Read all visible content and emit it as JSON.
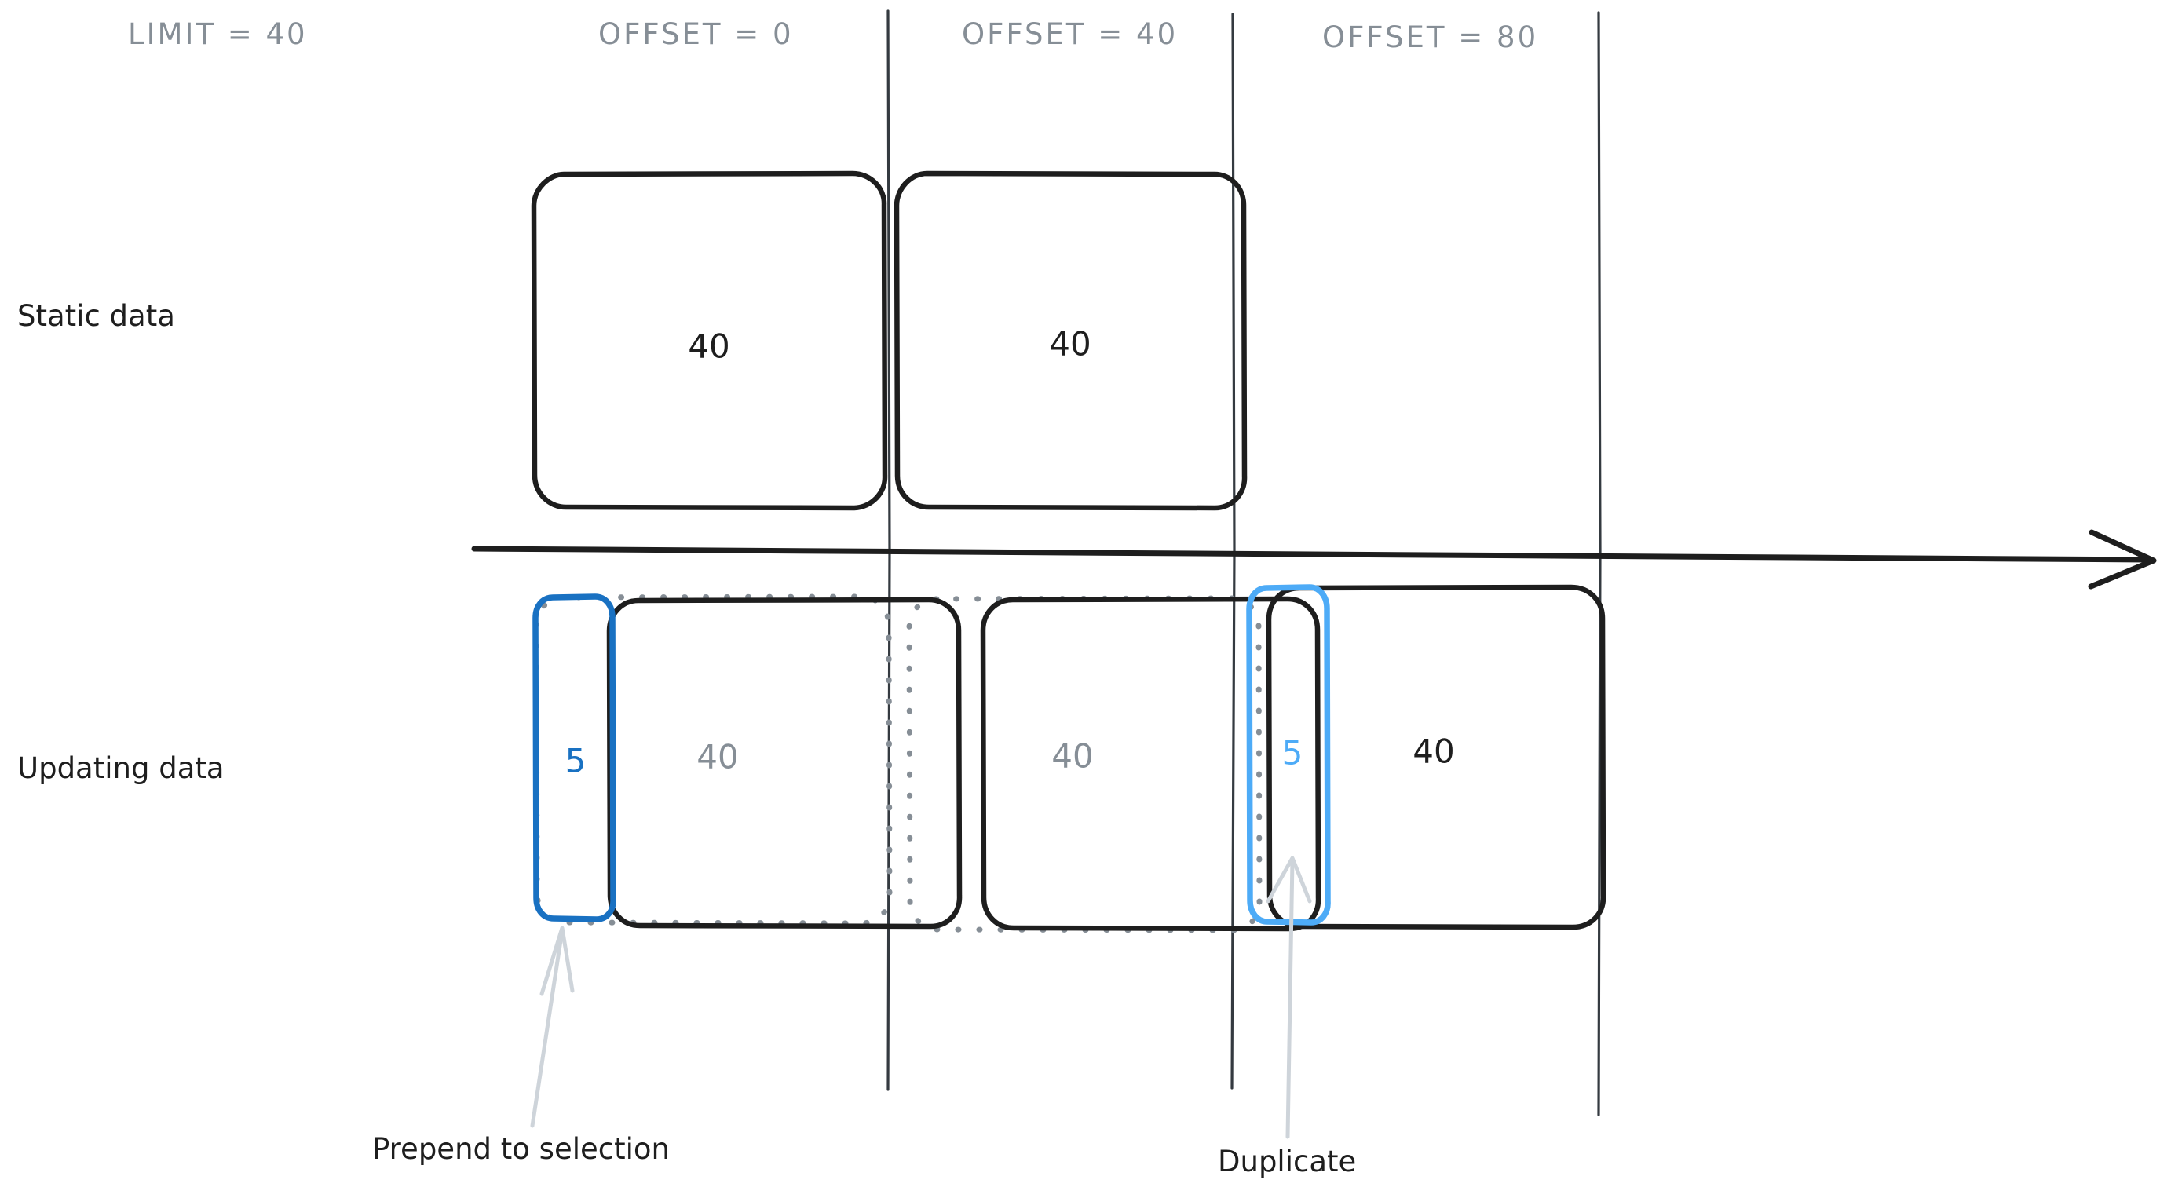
{
  "diagram": {
    "title_labels": {
      "limit": "LIMIT = 40",
      "offset_0": "OFFSET = 0",
      "offset_40": "OFFSET = 40",
      "offset_80": "OFFSET = 80"
    },
    "row_labels": {
      "static": "Static data",
      "updating": "Updating data"
    },
    "captions": {
      "prepend": "Prepend to selection",
      "duplicate": "Duplicate"
    },
    "static_row": {
      "boxes": [
        {
          "value": "40",
          "color": "#1e1e1e"
        },
        {
          "value": "40",
          "color": "#1e1e1e"
        }
      ]
    },
    "updating_row": {
      "boxes": [
        {
          "value": "5",
          "color": "#1971c2",
          "style": "blue-outline"
        },
        {
          "value": "40",
          "color": "#868e96",
          "style": "solid-black"
        },
        {
          "value": "40",
          "color": "#868e96",
          "style": "solid-black"
        },
        {
          "value": "5",
          "color": "#4dabf7",
          "style": "blue-outline"
        },
        {
          "value": "40",
          "color": "#1e1e1e",
          "style": "solid-black"
        }
      ],
      "ghost_outlines": 2
    },
    "colors": {
      "stroke_black": "#1e1e1e",
      "stroke_gray": "#868e96",
      "accent_blue_dark": "#1971c2",
      "accent_blue_light": "#4dabf7",
      "arrow_gray": "#ced4da",
      "divider": "#343a40",
      "background": "#ffffff"
    }
  }
}
